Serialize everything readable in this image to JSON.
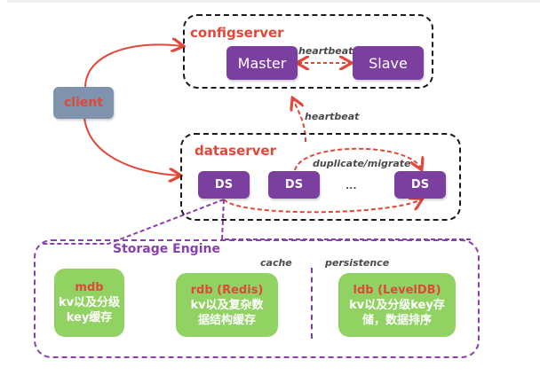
{
  "configserver": {
    "label": "configserver",
    "master": "Master",
    "slave": "Slave",
    "heartbeat_label": "heartbeat"
  },
  "client": {
    "label": "client"
  },
  "dataserver": {
    "label": "dataserver",
    "heartbeat_label": "heartbeat",
    "replication_label": "duplicate/migrate",
    "nodes": [
      "DS",
      "DS",
      "DS"
    ],
    "ellipsis": "..."
  },
  "storage_engine": {
    "title": "Storage Engine",
    "cache_label": "cache",
    "persistence_label": "persistence",
    "engines": [
      {
        "name": "mdb",
        "desc_line1": "kv以及分级",
        "desc_line2": "key缓存"
      },
      {
        "name": "rdb (Redis)",
        "desc_line1": "kv以及复杂数",
        "desc_line2": "据结构缓存"
      },
      {
        "name": "ldb (LevelDB)",
        "desc_line1": "kv以及分级key存",
        "desc_line2": "储，数据排序"
      }
    ]
  },
  "colors": {
    "accent_red": "#e0483a",
    "purple": "#7b3fa0",
    "green": "#92d262",
    "client_gray": "#7f93ad"
  }
}
